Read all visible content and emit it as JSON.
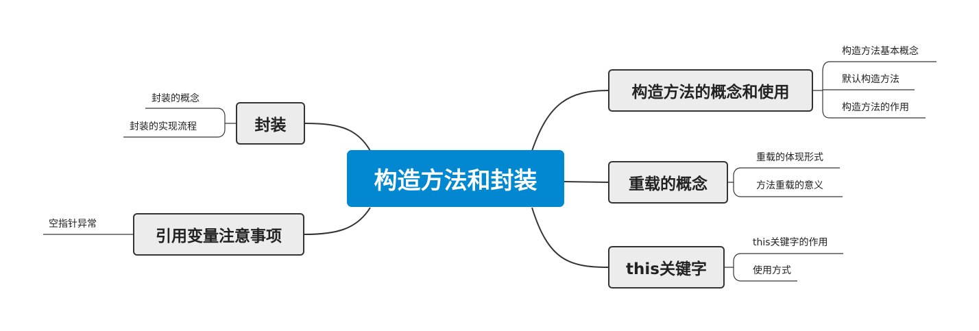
{
  "central": {
    "label": "构造方法和封装"
  },
  "right_topics": [
    {
      "label": "构造方法的概念和使用",
      "children": [
        "构造方法基本概念",
        "默认构造方法",
        "构造方法的作用"
      ]
    },
    {
      "label": "重载的概念",
      "children": [
        "重载的体现形式",
        "方法重载的意义"
      ]
    },
    {
      "label": "this关键字",
      "children": [
        "this关键字的作用",
        "使用方式"
      ]
    }
  ],
  "left_topics": [
    {
      "label": "封装",
      "children": [
        "封装的概念",
        "封装的实现流程"
      ]
    },
    {
      "label": "引用变量注意事项",
      "children": [
        "空指针异常"
      ]
    }
  ],
  "colors": {
    "central_fill": "#0288d1",
    "topic_fill": "#ececec",
    "topic_border": "#333333",
    "line": "#333333"
  }
}
